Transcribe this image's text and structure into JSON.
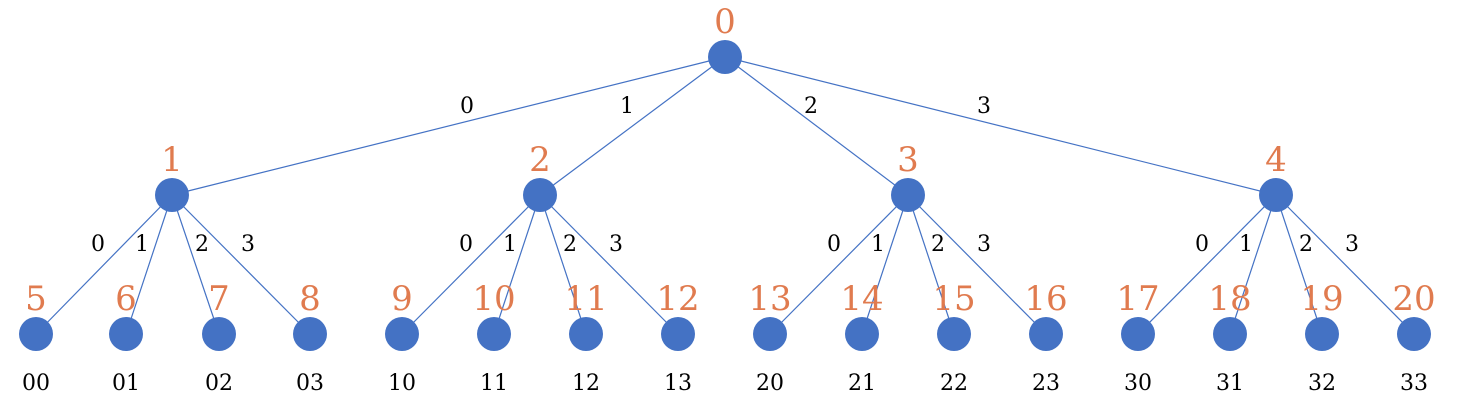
{
  "colors": {
    "node_fill": "#4472C4",
    "edge_stroke": "#4472C4",
    "node_label": "#E07B4F",
    "text": "#000000"
  },
  "nodes": [
    {
      "id": "0",
      "label": "0",
      "level": 0
    },
    {
      "id": "1",
      "label": "1",
      "level": 1,
      "parent": "0",
      "edge_label": "0"
    },
    {
      "id": "2",
      "label": "2",
      "level": 1,
      "parent": "0",
      "edge_label": "1"
    },
    {
      "id": "3",
      "label": "3",
      "level": 1,
      "parent": "0",
      "edge_label": "2"
    },
    {
      "id": "4",
      "label": "4",
      "level": 1,
      "parent": "0",
      "edge_label": "3"
    },
    {
      "id": "5",
      "label": "5",
      "level": 2,
      "parent": "1",
      "edge_label": "0",
      "code": "00"
    },
    {
      "id": "6",
      "label": "6",
      "level": 2,
      "parent": "1",
      "edge_label": "1",
      "code": "01"
    },
    {
      "id": "7",
      "label": "7",
      "level": 2,
      "parent": "1",
      "edge_label": "2",
      "code": "02"
    },
    {
      "id": "8",
      "label": "8",
      "level": 2,
      "parent": "1",
      "edge_label": "3",
      "code": "03"
    },
    {
      "id": "9",
      "label": "9",
      "level": 2,
      "parent": "2",
      "edge_label": "0",
      "code": "10"
    },
    {
      "id": "10",
      "label": "10",
      "level": 2,
      "parent": "2",
      "edge_label": "1",
      "code": "11"
    },
    {
      "id": "11",
      "label": "11",
      "level": 2,
      "parent": "2",
      "edge_label": "2",
      "code": "12"
    },
    {
      "id": "12",
      "label": "12",
      "level": 2,
      "parent": "2",
      "edge_label": "3",
      "code": "13"
    },
    {
      "id": "13",
      "label": "13",
      "level": 2,
      "parent": "3",
      "edge_label": "0",
      "code": "20"
    },
    {
      "id": "14",
      "label": "14",
      "level": 2,
      "parent": "3",
      "edge_label": "1",
      "code": "21"
    },
    {
      "id": "15",
      "label": "15",
      "level": 2,
      "parent": "3",
      "edge_label": "2",
      "code": "22"
    },
    {
      "id": "16",
      "label": "16",
      "level": 2,
      "parent": "3",
      "edge_label": "3",
      "code": "23"
    },
    {
      "id": "17",
      "label": "17",
      "level": 2,
      "parent": "4",
      "edge_label": "0",
      "code": "30"
    },
    {
      "id": "18",
      "label": "18",
      "level": 2,
      "parent": "4",
      "edge_label": "1",
      "code": "31"
    },
    {
      "id": "19",
      "label": "19",
      "level": 2,
      "parent": "4",
      "edge_label": "2",
      "code": "32"
    },
    {
      "id": "20",
      "label": "20",
      "level": 2,
      "parent": "4",
      "edge_label": "3",
      "code": "33"
    }
  ]
}
